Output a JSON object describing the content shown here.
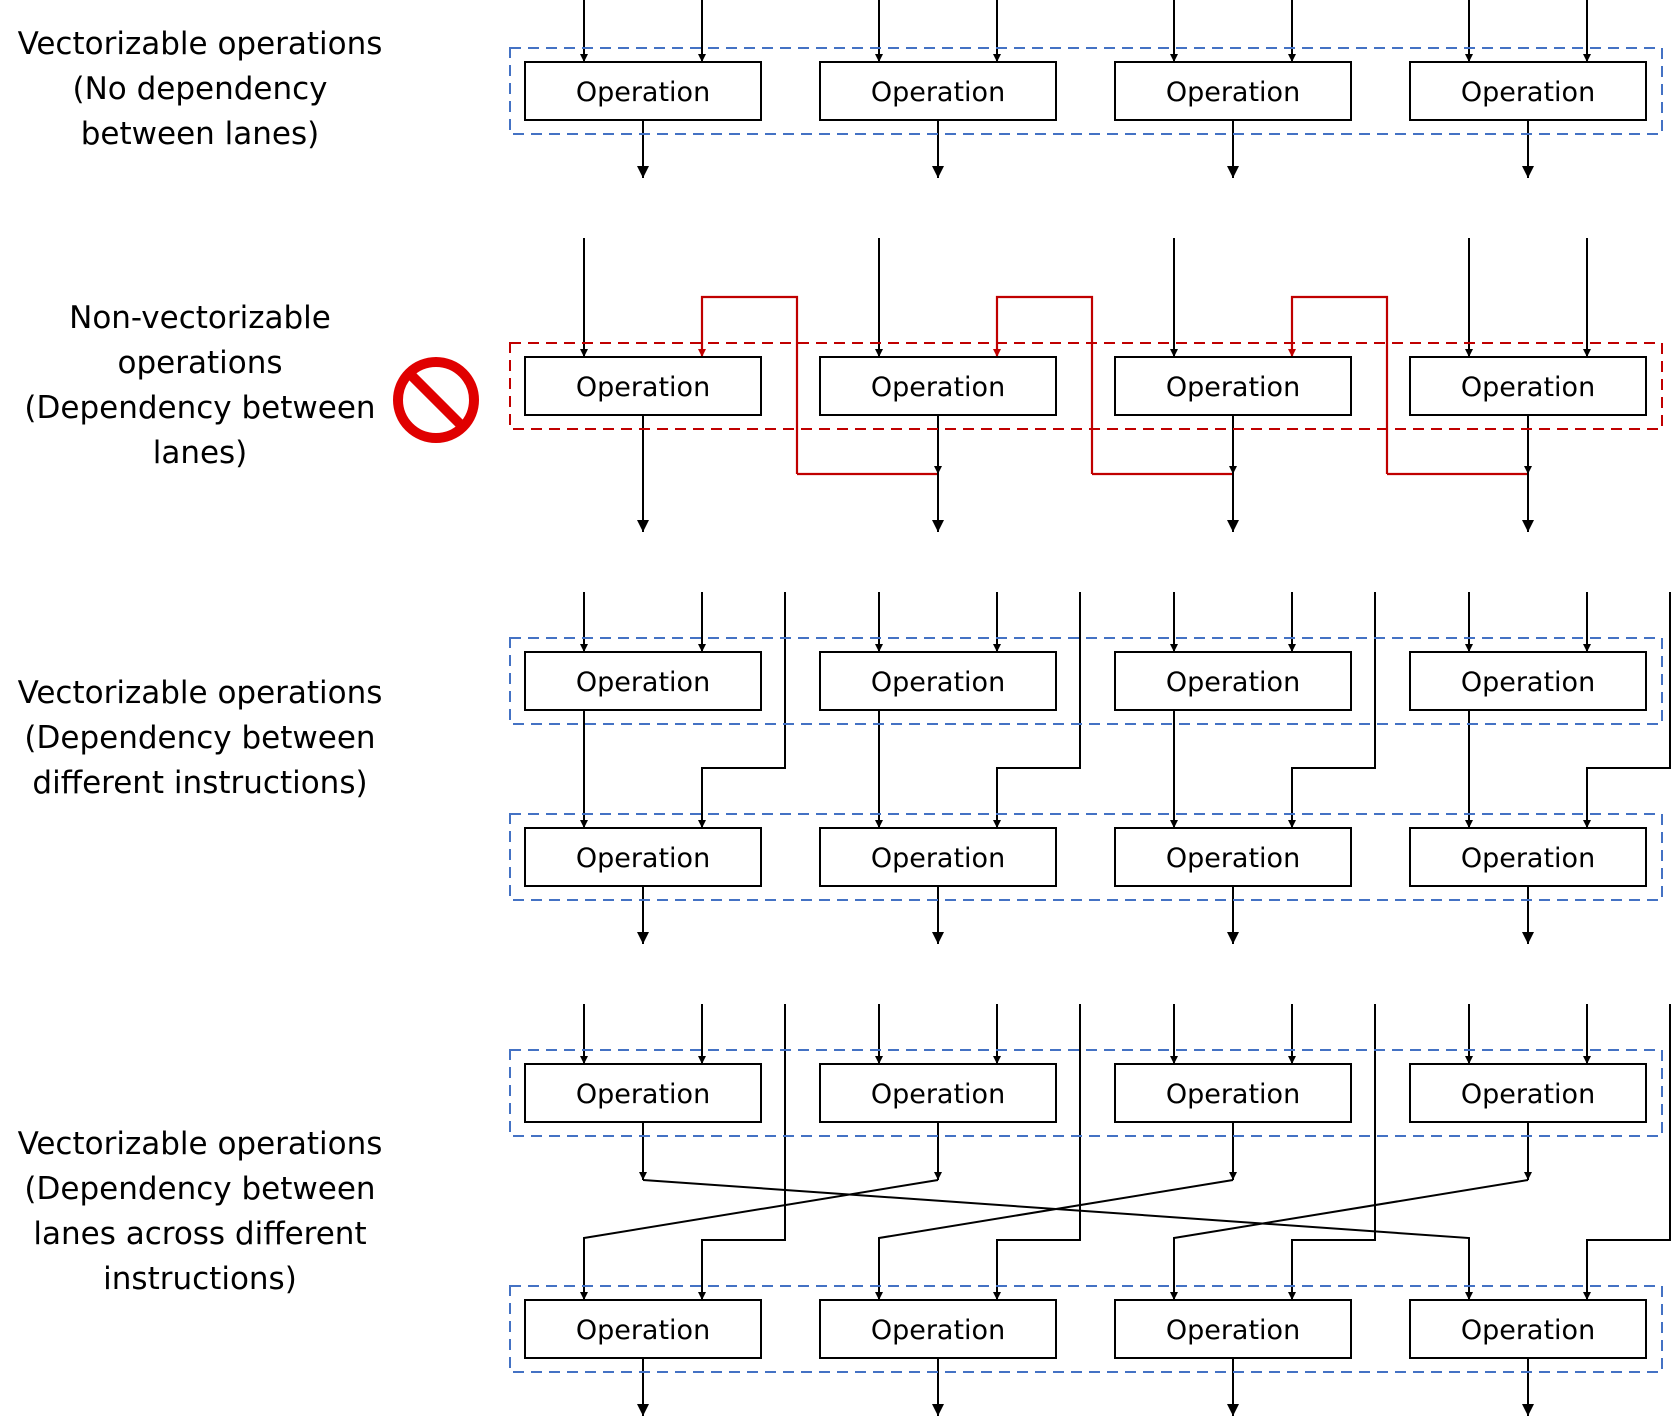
{
  "colors": {
    "group_ok": "#4472c4",
    "group_bad": "#c00000",
    "dependency_arrow": "#c00000",
    "arrow": "#000000",
    "box_border": "#000000",
    "prohibited_icon": "#e00000"
  },
  "sections": [
    {
      "id": "no-dependency",
      "caption": "Vectorizable operations\n(No dependency\nbetween lanes)",
      "status": "vectorizable",
      "rows": [
        {
          "lanes": [
            "Operation",
            "Operation",
            "Operation",
            "Operation"
          ]
        }
      ]
    },
    {
      "id": "dependency-between-lanes",
      "caption": "Non-vectorizable\noperations\n(Dependency between\nlanes)",
      "status": "non-vectorizable",
      "icon": "prohibited-icon",
      "rows": [
        {
          "lanes": [
            "Operation",
            "Operation",
            "Operation",
            "Operation"
          ]
        }
      ]
    },
    {
      "id": "dependency-between-instructions",
      "caption": "Vectorizable operations\n(Dependency between\ndifferent instructions)",
      "status": "vectorizable",
      "rows": [
        {
          "lanes": [
            "Operation",
            "Operation",
            "Operation",
            "Operation"
          ]
        },
        {
          "lanes": [
            "Operation",
            "Operation",
            "Operation",
            "Operation"
          ]
        }
      ]
    },
    {
      "id": "dependency-across-instructions",
      "caption": "Vectorizable operations\n(Dependency between\nlanes across different\ninstructions)",
      "status": "vectorizable",
      "rows": [
        {
          "lanes": [
            "Operation",
            "Operation",
            "Operation",
            "Operation"
          ]
        },
        {
          "lanes": [
            "Operation",
            "Operation",
            "Operation",
            "Operation"
          ]
        }
      ]
    }
  ]
}
